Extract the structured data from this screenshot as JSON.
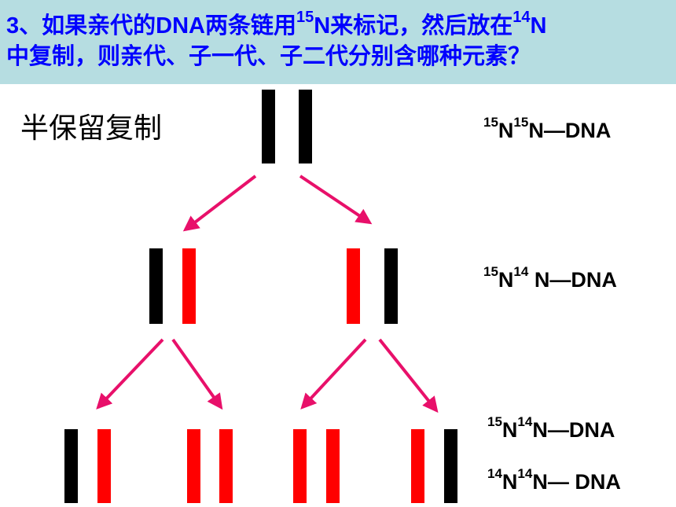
{
  "question": {
    "line1": {
      "number": "3、如果亲代的",
      "dna": "DNA",
      "text_a": "两条链用",
      "iso15": "15",
      "n_a": "N",
      "text_b": "来标记，然后放在",
      "iso14": "14",
      "n_b": "N"
    },
    "line2": "中复制，则亲代、子一代、子二代分别含哪种元素？"
  },
  "method_label": "半保留复制",
  "labels": {
    "parent": {
      "sup1": "15",
      "n1": "N",
      "sup2": "15",
      "rest": "N—DNA"
    },
    "gen1": {
      "sup1": "15",
      "n1": "N",
      "sup2": "14",
      "rest": " N—DNA"
    },
    "gen2_hybrid": {
      "sup1": "15",
      "n1": "N",
      "sup2": "14",
      "rest": "N—DNA"
    },
    "gen2_light": {
      "sup1": "14",
      "n1": "N",
      "sup2": "14",
      "rest": "N— DNA"
    }
  },
  "colors": {
    "banner": "#b6dde1",
    "question_text": "#0000ff",
    "strand_15n": "#000000",
    "strand_14n": "#ff0000",
    "arrow": "#e8106a"
  },
  "generations": {
    "parent": [
      [
        "15N",
        "15N"
      ]
    ],
    "gen1": [
      [
        "15N",
        "14N"
      ],
      [
        "14N",
        "15N"
      ]
    ],
    "gen2": [
      [
        "15N",
        "14N"
      ],
      [
        "14N",
        "14N"
      ],
      [
        "14N",
        "14N"
      ],
      [
        "14N",
        "15N"
      ]
    ]
  }
}
